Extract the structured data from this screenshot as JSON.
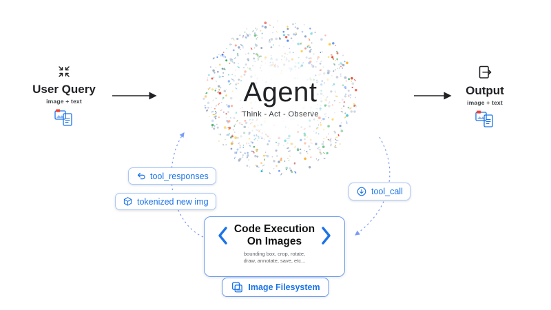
{
  "nodes": {
    "user_query": {
      "title": "User Query",
      "subtitle": "image + text"
    },
    "agent": {
      "title": "Agent",
      "subtitle": "Think - Act - Observe"
    },
    "output": {
      "title": "Output",
      "subtitle": "image + text"
    }
  },
  "pills": {
    "tool_responses": {
      "label": "tool_responses"
    },
    "tokenized_new_img": {
      "label": "tokenized new img"
    },
    "tool_call": {
      "label": "tool_call"
    }
  },
  "code_box": {
    "title_line1": "Code Execution",
    "title_line2": "On Images",
    "subtitle_line1": "bounding box, crop, rotate,",
    "subtitle_line2": "draw, annotate, save, etc..."
  },
  "filesystem": {
    "label": "Image Filesystem"
  },
  "icons": {
    "user_query": "collapse-arrows-icon",
    "output": "document-export-icon",
    "left_file": "image-document-icon",
    "right_file": "image-document-icon",
    "tool_responses": "return-arrow-icon",
    "tokenized": "cube-icon",
    "tool_call": "download-circle-icon",
    "filesystem": "image-copy-icon"
  },
  "colors": {
    "accent": "#1a73e8",
    "pill_border": "#a8c7fa",
    "box_border": "#6c9bf0",
    "dashed_arc": "#7b9cf5",
    "text_dark": "#202124",
    "text_gray": "#5f6368",
    "red": "#ea4335",
    "yellow": "#fbbc04",
    "green": "#34a853",
    "teal": "#12b5cb"
  },
  "sphere": {
    "muted_palette": [
      "#9aa7bb",
      "#b3bdcc",
      "#8aa0c2",
      "#7f93ad",
      "#c5cdd9"
    ],
    "bright_palette": [
      "#4285f4",
      "#ea4335",
      "#fbbc04",
      "#34a853",
      "#12b5cb",
      "#ff7043",
      "#8ab4f8",
      "#f6ae2d",
      "#57bb8a"
    ]
  }
}
